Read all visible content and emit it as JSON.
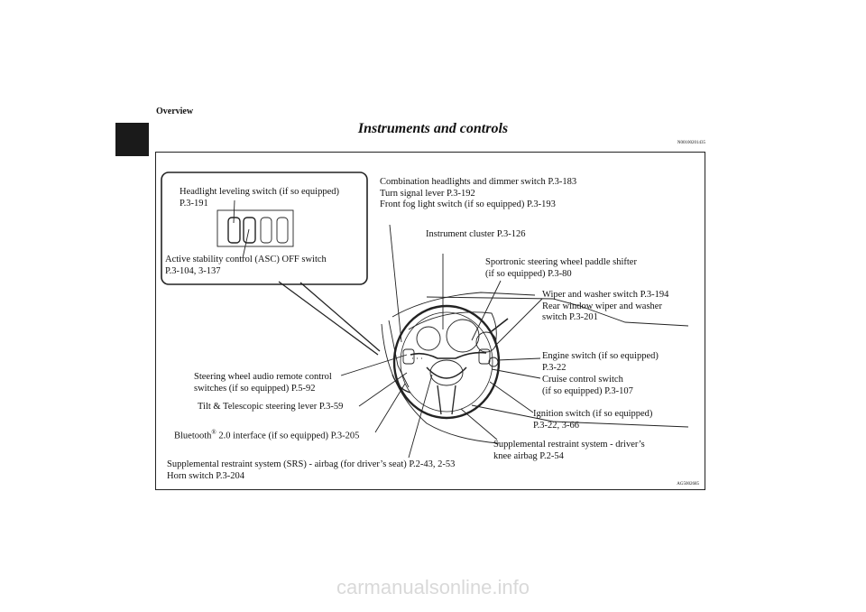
{
  "header": {
    "section": "Overview",
    "title": "Instruments and controls",
    "code": "N00100201435"
  },
  "figure": {
    "code": "AG5002685",
    "labels": {
      "headlight_leveling": [
        "Headlight leveling switch (if so equipped)",
        "P.3-191"
      ],
      "asc_off": [
        "Active stability control (ASC) OFF switch",
        "P.3-104, 3-137"
      ],
      "combination": [
        "Combination headlights and dimmer switch P.3-183",
        "Turn signal lever P.3-192",
        "Front fog light switch (if so equipped) P.3-193"
      ],
      "instrument_cluster": [
        "Instrument cluster P.3-126"
      ],
      "paddle_shifter": [
        "Sportronic steering wheel paddle shifter",
        "(if so equipped) P.3-80"
      ],
      "wiper": [
        "Wiper and washer switch P.3-194",
        "Rear window wiper and washer",
        "switch P.3-201"
      ],
      "engine_switch": [
        "Engine switch (if so equipped)",
        "P.3-22"
      ],
      "cruise": [
        "Cruise control switch",
        "(if so equipped) P.3-107"
      ],
      "ignition": [
        "Ignition switch (if so equipped)",
        "P.3-22, 3-66"
      ],
      "audio_remote": [
        "Steering wheel audio remote control",
        "switches (if so equipped) P.5-92"
      ],
      "tilt": [
        "Tilt & Telescopic steering lever P.3-59"
      ],
      "bluetooth": {
        "name": "Bluetooth",
        "sup": "®",
        "rest": " 2.0 interface (if so equipped) P.3-205"
      },
      "knee_airbag": [
        "Supplemental restraint system - driver’s",
        "knee airbag P.2-54"
      ],
      "srs": [
        "Supplemental restraint system (SRS) - airbag (for driver’s seat) P.2-43, 2-53",
        "Horn switch P.3-204"
      ]
    }
  },
  "footer": {
    "watermark": "carmanualsonline.info"
  }
}
